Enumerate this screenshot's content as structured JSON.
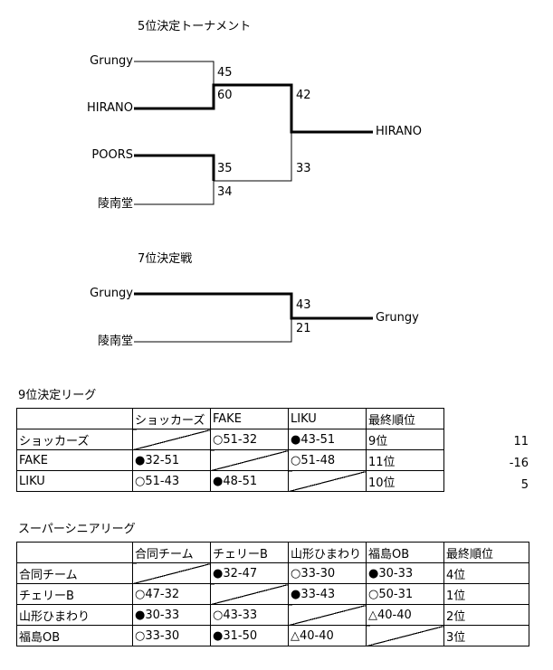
{
  "tournament5": {
    "title": "5位決定トーナメント",
    "teams": [
      "Grungy",
      "HIRANO",
      "POORS",
      "陵南堂"
    ],
    "scores": [
      "45",
      "60",
      "35",
      "34",
      "42",
      "33"
    ],
    "winner": "HIRANO"
  },
  "match7": {
    "title": "7位決定戦",
    "teams": [
      "Grungy",
      "陵南堂"
    ],
    "scores": [
      "43",
      "21"
    ],
    "winner": "Grungy"
  },
  "league9": {
    "title": "9位決定リーグ",
    "headers": [
      "",
      "ショッカーズ",
      "FAKE",
      "LIKU",
      "最終順位"
    ],
    "rows": [
      {
        "name": "ショッカーズ",
        "cells": [
          "",
          "○51-32",
          "●43-51"
        ],
        "rank": "9位",
        "extra": "11"
      },
      {
        "name": "FAKE",
        "cells": [
          "●32-51",
          "",
          "○51-48"
        ],
        "rank": "11位",
        "extra": "-16"
      },
      {
        "name": "LIKU",
        "cells": [
          "○51-43",
          "●48-51",
          ""
        ],
        "rank": "10位",
        "extra": "5"
      }
    ]
  },
  "senior": {
    "title": "スーパーシニアリーグ",
    "headers": [
      "",
      "合同チーム",
      "チェリーB",
      "山形ひまわり",
      "福島OB",
      "最終順位"
    ],
    "rows": [
      {
        "name": "合同チーム",
        "cells": [
          "",
          "●32-47",
          "○33-30",
          "●30-33"
        ],
        "rank": "4位"
      },
      {
        "name": "チェリーB",
        "cells": [
          "○47-32",
          "",
          "●33-43",
          "○50-31"
        ],
        "rank": "1位"
      },
      {
        "name": "山形ひまわり",
        "cells": [
          "●30-33",
          "○43-33",
          "",
          "△40-40"
        ],
        "rank": "2位"
      },
      {
        "name": "福島OB",
        "cells": [
          "○33-30",
          "●31-50",
          "△40-40",
          ""
        ],
        "rank": "3位"
      }
    ]
  }
}
